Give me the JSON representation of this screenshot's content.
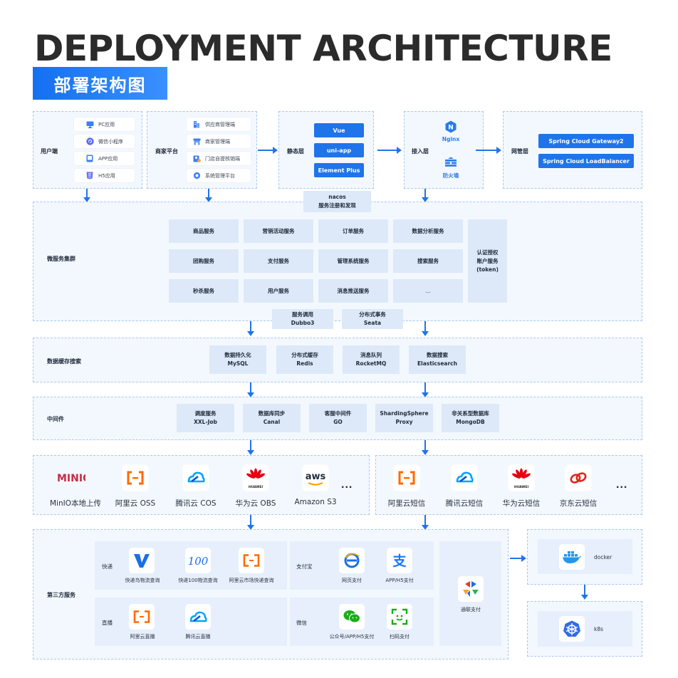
{
  "title": "DEPLOYMENT ARCHITECTURE",
  "subtitle": "部署架构图",
  "user_layer": {
    "label": "用户端",
    "items": [
      "PC应用",
      "微信小程序",
      "APP应用",
      "H5应用"
    ]
  },
  "merchant_layer": {
    "label": "商家平台",
    "items": [
      "供应商管理端",
      "商家管理端",
      "门店自提核销端",
      "系统管理平台"
    ]
  },
  "static_layer": {
    "label": "静态层",
    "items": [
      "Vue",
      "uni-app",
      "Element Plus"
    ]
  },
  "access_layer": {
    "label": "接入层",
    "nginx": "Nginx",
    "firewall": "防火墙",
    "nginx_letter": "N"
  },
  "gateway_layer": {
    "label": "网管层",
    "items": [
      "Spring Cloud Gateway2",
      "Spring Cloud LoadBalancer"
    ]
  },
  "nacos": {
    "line1": "nacos",
    "line2": "服务注册和发现"
  },
  "microservice": {
    "label": "微服务集群",
    "grid": [
      "商品服务",
      "营销活动服务",
      "订单服务",
      "数据分析服务",
      "团购服务",
      "支付服务",
      "管理系统服务",
      "搜索服务",
      "秒杀服务",
      "用户服务",
      "消息推送服务",
      "..."
    ],
    "auth": [
      "认证授权",
      "账户服务",
      "(token)"
    ],
    "bottom": [
      {
        "line1": "服务调用",
        "line2": "Dubbo3"
      },
      {
        "line1": "分布式事务",
        "line2": "Seata"
      }
    ]
  },
  "data_layer": {
    "label": "数据缓存搜索",
    "items": [
      {
        "line1": "数据持久化",
        "line2": "MySQL"
      },
      {
        "line1": "分布式缓存",
        "line2": "Redis"
      },
      {
        "line1": "消息队列",
        "line2": "RocketMQ"
      },
      {
        "line1": "数据搜索",
        "line2": "Elasticsearch"
      }
    ]
  },
  "middleware": {
    "label": "中间件",
    "items": [
      {
        "line1": "调度服务",
        "line2": "XXL-Job"
      },
      {
        "line1": "数据库同步",
        "line2": "Canal"
      },
      {
        "line1": "客服中间件",
        "line2": "GO"
      },
      {
        "line1": "ShardingSphere",
        "line2": "Proxy"
      },
      {
        "line1": "非关系型数据库",
        "line2": "MongoDB"
      }
    ]
  },
  "storage": {
    "items": [
      "MinIO本地上传",
      "阿里云 OSS",
      "腾讯云 COS",
      "华为云 OBS",
      "Amazon S3"
    ],
    "minio_logo": "MINIO",
    "aws_logo": "aws",
    "huawei_logo": "HUAWEI",
    "more": "..."
  },
  "sms": {
    "items": [
      "阿里云短信",
      "腾讯云短信",
      "华为云短信",
      "京东云短信"
    ],
    "huawei_logo": "HUAWEI",
    "more": "..."
  },
  "third_party": {
    "label": "第三方服务",
    "express": {
      "label": "快递",
      "items": [
        "快递鸟物流查询",
        "快递100物流查询",
        "阿里云市场快递查询"
      ],
      "kuaidi100_logo": "100"
    },
    "live": {
      "label": "直播",
      "items": [
        "阿里云直播",
        "腾讯云直播"
      ]
    },
    "alipay": {
      "label": "支付宝",
      "items": [
        "网页支付",
        "APP/H5支付"
      ],
      "logo_char": "支"
    },
    "wechat": {
      "label": "微信",
      "items": [
        "公众号/APP/H5支付",
        "扫码支付"
      ]
    },
    "unionpay": "通联支付"
  },
  "deploy": {
    "docker": "docker",
    "k8s": "k8s"
  },
  "colors": {
    "accent": "#1f74ea",
    "panel": "#f3f8fe",
    "cell": "#dde9f8",
    "aliyun": "#ff6a00",
    "huawei": "#e60012"
  }
}
